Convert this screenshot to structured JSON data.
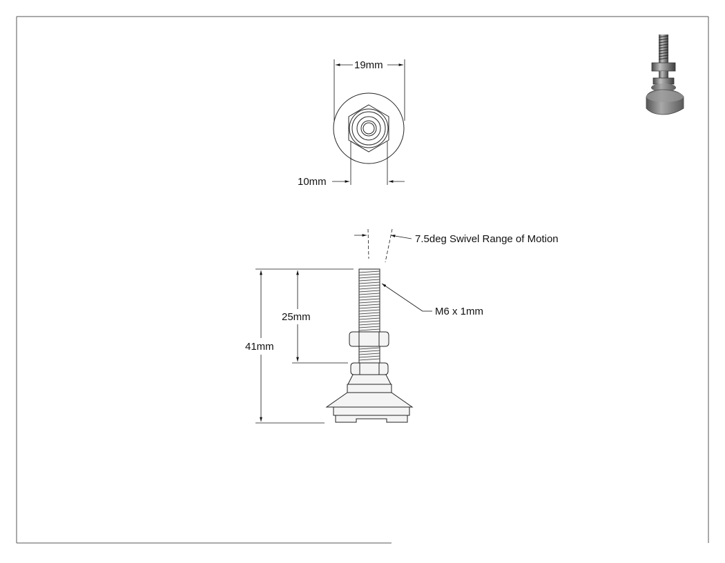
{
  "drawing": {
    "top_view": {
      "width_label": "19mm",
      "hex_label": "10mm"
    },
    "side_view": {
      "swivel_label": "7.5deg Swivel Range of Motion",
      "thread_label": "M6 x 1mm",
      "thread_length_label": "25mm",
      "overall_height_label": "41mm"
    }
  }
}
